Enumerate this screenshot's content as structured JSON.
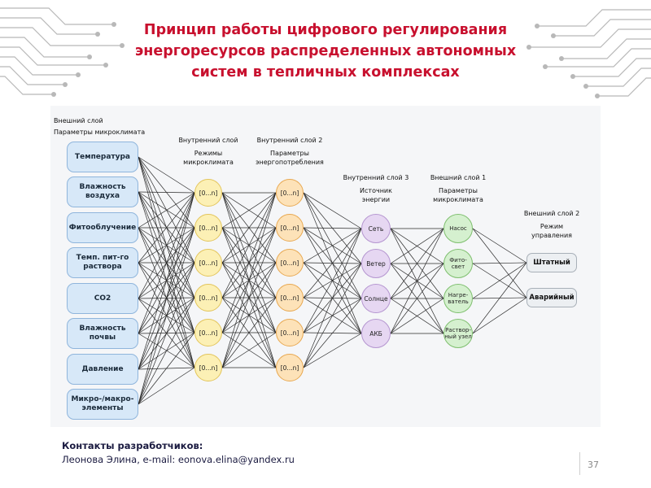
{
  "slide": {
    "title_lines": [
      "Принцип работы цифрового регулирования",
      "энергоресурсов распределенных автономных",
      "систем в тепличных комплексах"
    ],
    "page_number": "37",
    "title_color": "#c8102e"
  },
  "diagram": {
    "outer_layer": {
      "title": "Внешний слой",
      "subtitle": "Параметры микроклимата",
      "items": [
        "Температура",
        "Влажность\nвоздуха",
        "Фитооблучение",
        "Темп. пит-го\nраствора",
        "CO2",
        "Влажность\nпочвы",
        "Давление",
        "Микро-/макро-\nэлементы"
      ]
    },
    "inner_layer_1": {
      "title": "Внутренний слой",
      "subtitle": "Режимы\nмикроклимата",
      "node_label": "[0...n]",
      "count": 6
    },
    "inner_layer_2": {
      "title": "Внутренний слой 2",
      "subtitle": "Параметры\nэнергопотребления",
      "node_label": "[0...n]",
      "count": 6
    },
    "inner_layer_3": {
      "title": "Внутренний слой 3",
      "subtitle": "Источник\nэнергии",
      "items": [
        "Сеть",
        "Ветер",
        "Солнце",
        "АКБ"
      ]
    },
    "outer_layer_1": {
      "title": "Внешний слой 1",
      "subtitle": "Параметры\nмикроклимата",
      "items": [
        "Насос",
        "Фито-\nсвет",
        "Нагре-\nватель",
        "Раствор-\nный узел"
      ]
    },
    "outer_layer_2": {
      "title": "Внешний слой 2",
      "subtitle": "Режим\nуправления",
      "items": [
        "Штатный",
        "Аварийный"
      ]
    }
  },
  "contacts": {
    "label": "Контакты разработчиков:",
    "line": "Леонова Элина, e-mail: eonova.elina@yandex.ru"
  }
}
